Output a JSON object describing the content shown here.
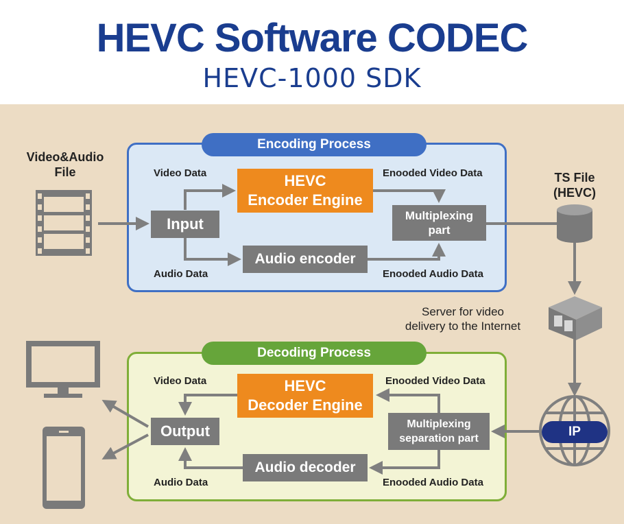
{
  "header": {
    "title": "HEVC Software CODEC",
    "subtitle": "HEVC-1000 SDK"
  },
  "source": {
    "label_line1": "Video&Audio",
    "label_line2": "File"
  },
  "encoding": {
    "title": "Encoding Process",
    "video_data": "Video Data",
    "audio_data": "Audio Data",
    "encoded_video": "Enooded Video Data",
    "encoded_audio": "Enooded Audio Data",
    "input": "Input",
    "engine_line1": "HEVC",
    "engine_line2": "Encoder Engine",
    "audio_encoder": "Audio encoder",
    "mux_line1": "Multiplexing",
    "mux_line2": "part"
  },
  "ts_file": {
    "line1": "TS File",
    "line2": "(HEVC)"
  },
  "server": {
    "line1": "Server for video",
    "line2": "delivery to the Internet"
  },
  "ip_label": "IP",
  "decoding": {
    "title": "Decoding Process",
    "video_data": "Video Data",
    "audio_data": "Audio Data",
    "encoded_video": "Enooded Video Data",
    "encoded_audio": "Enooded Audio Data",
    "output": "Output",
    "engine_line1": "HEVC",
    "engine_line2": "Decoder Engine",
    "audio_decoder": "Audio decoder",
    "demux_line1": "Multiplexing",
    "demux_line2": "separation part"
  },
  "colors": {
    "title_blue": "#1a3d8f",
    "encoding_blue": "#3f6fc4",
    "decoding_green": "#66a53a",
    "engine_orange": "#ee8a1e",
    "box_gray": "#7a7a7a",
    "ip_navy": "#1f3384"
  }
}
